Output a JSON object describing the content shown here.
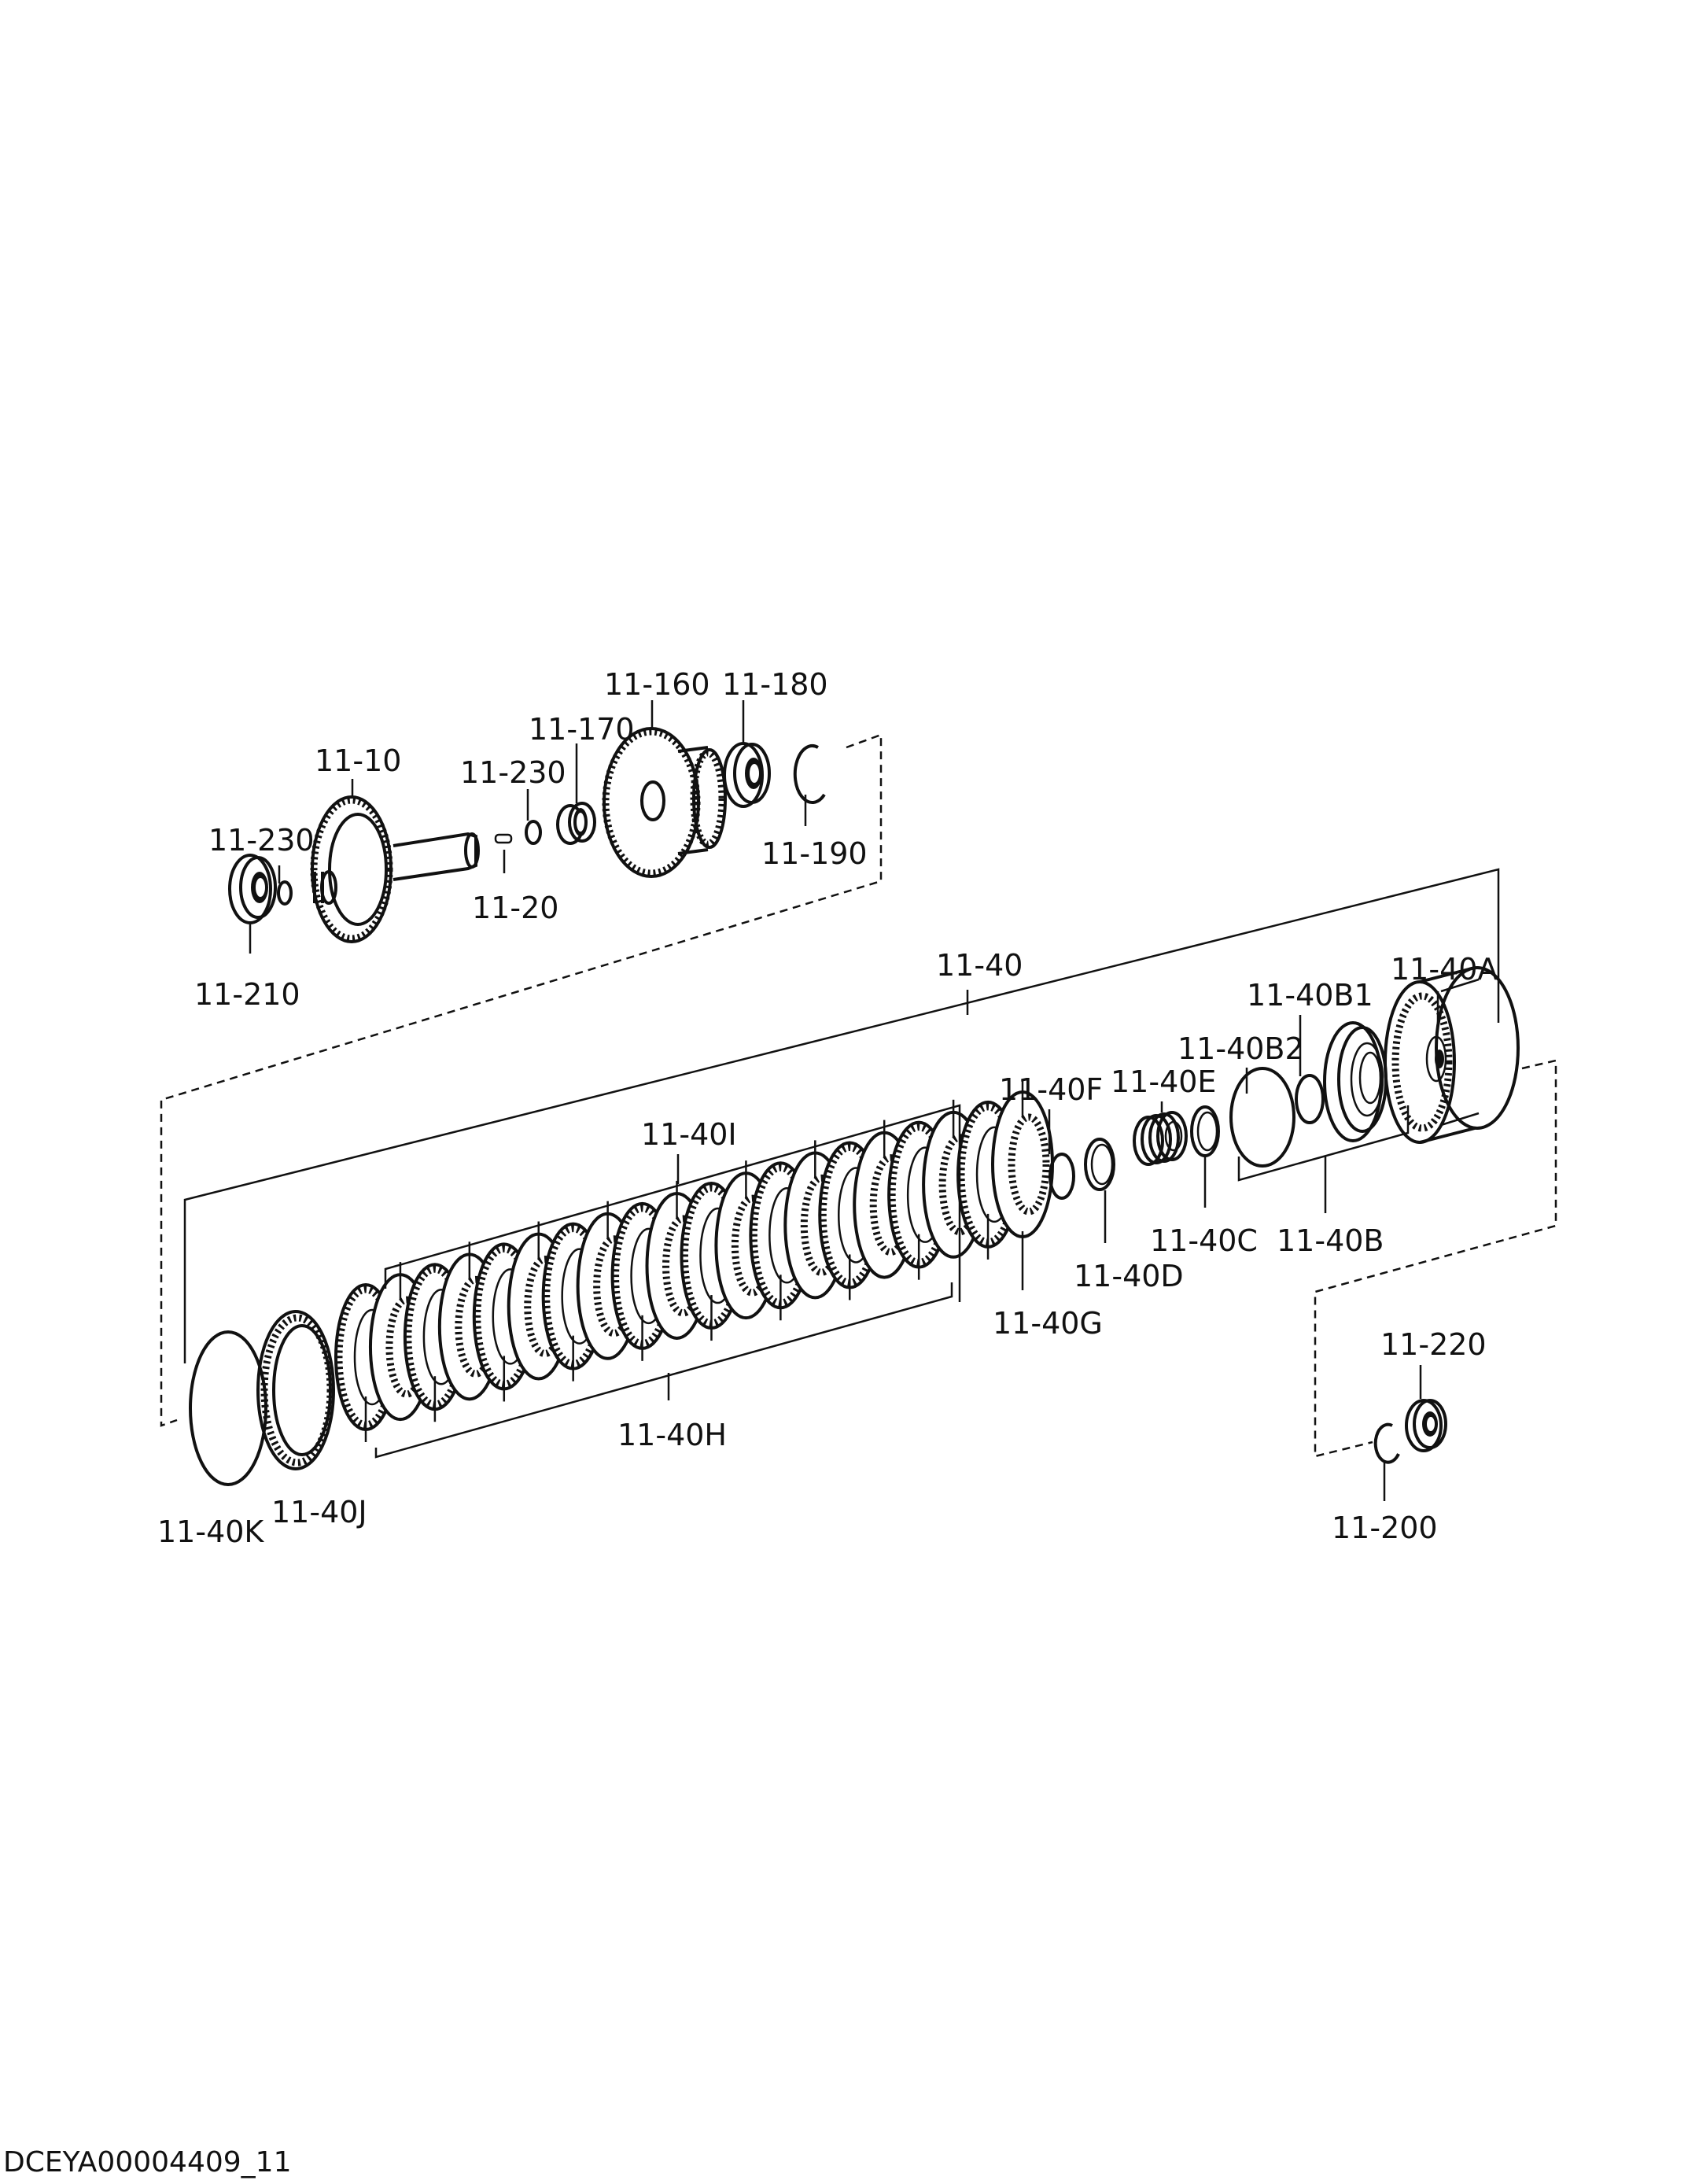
{
  "labels": {
    "p11_10": "11-10",
    "p11_20": "11-20",
    "p11_230_left": "11-230",
    "p11_230_mid": "11-230",
    "p11_210": "11-210",
    "p11_170": "11-170",
    "p11_160": "11-160",
    "p11_180": "11-180",
    "p11_190": "11-190",
    "p11_40": "11-40",
    "p11_40A": "11-40A",
    "p11_40B1": "11-40B1",
    "p11_40B2": "11-40B2",
    "p11_40B": "11-40B",
    "p11_40C": "11-40C",
    "p11_40D": "11-40D",
    "p11_40E": "11-40E",
    "p11_40F": "11-40F",
    "p11_40G": "11-40G",
    "p11_40H": "11-40H",
    "p11_40I": "11-40I",
    "p11_40J": "11-40J",
    "p11_40K": "11-40K",
    "p11_220": "11-220",
    "p11_200": "11-200"
  },
  "document_id": "DCEYA00004409_11"
}
